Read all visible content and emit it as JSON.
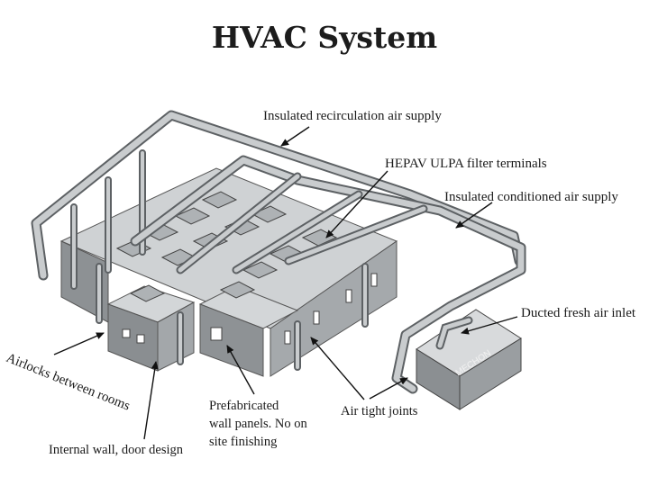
{
  "title": "HVAC System",
  "labels": {
    "recirculation": "Insulated recirculation air supply",
    "hepa": "HEPAV ULPA filter terminals",
    "conditioned": "Insulated conditioned air supply",
    "fresh_air": "Ducted fresh air inlet",
    "airlocks": "Airlocks between rooms",
    "internal_wall": "Internal wall, door design",
    "prefab_line1": "Prefabricated",
    "prefab_line2": "wall panels. No on",
    "prefab_line3": "site finishing",
    "air_tight": "Air tight joints",
    "unit_brand": "MECHON"
  }
}
